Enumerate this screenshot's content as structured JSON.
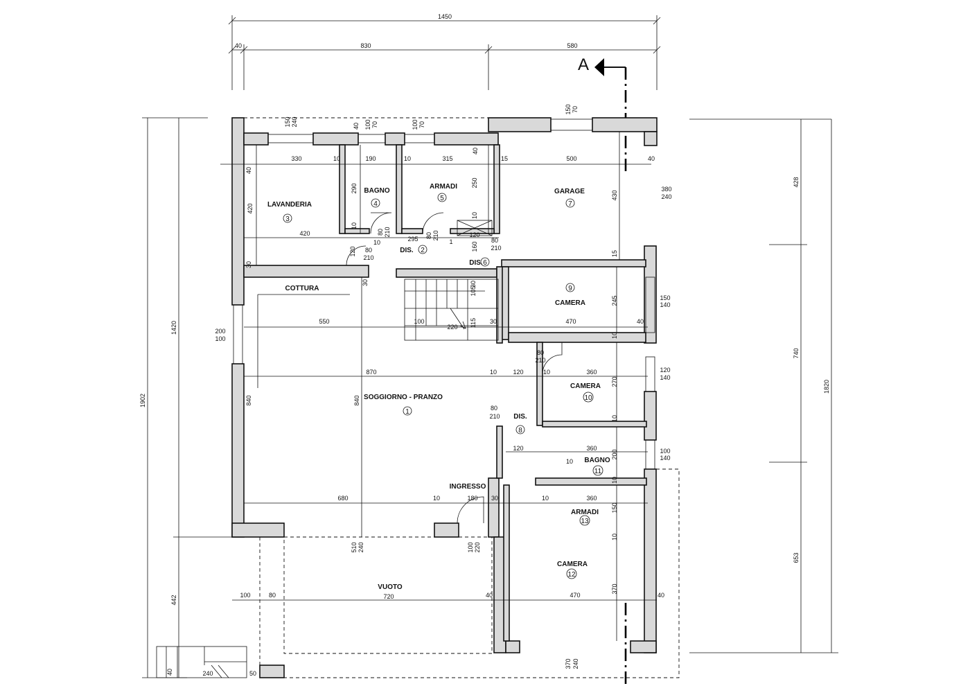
{
  "section_marker": "A",
  "rooms": {
    "lavanderia": {
      "name": "LAVANDERIA",
      "num": "3"
    },
    "bagno4": {
      "name": "BAGNO",
      "num": "4"
    },
    "armadi5": {
      "name": "ARMADI",
      "num": "5"
    },
    "garage": {
      "name": "GARAGE",
      "num": "7"
    },
    "dis2": {
      "name": "DIS.",
      "num": "2"
    },
    "dis6": {
      "name": "DIS.",
      "num": "6"
    },
    "cottura": {
      "name": "COTTURA"
    },
    "camera9": {
      "name": "CAMERA",
      "num": "9"
    },
    "camera10": {
      "name": "CAMERA",
      "num": "10"
    },
    "soggiorno": {
      "name": "SOGGIORNO - PRANZO",
      "num": "1"
    },
    "dis8": {
      "name": "DIS.",
      "num": "8"
    },
    "bagno11": {
      "name": "BAGNO",
      "num": "11"
    },
    "ingresso": {
      "name": "INGRESSO"
    },
    "armadi13": {
      "name": "ARMADI",
      "num": "13"
    },
    "camera12": {
      "name": "CAMERA",
      "num": "12"
    },
    "vuoto": {
      "name": "VUOTO"
    }
  },
  "dimensions": {
    "top_total": "1450",
    "top_left_margin": "40",
    "top_mid": "830",
    "top_right": "580",
    "left_total": "1902",
    "left_upper": "1420",
    "left_lower": "442",
    "right_top": "428",
    "right_mid": "740",
    "right_total": "1820",
    "right_bottom": "653",
    "bottom_left_a": "100",
    "bottom_left_b": "80",
    "vuoto_width": "720",
    "bottom_40a": "40",
    "camera12_width": "470",
    "bottom_40b": "40",
    "bottom_50": "50",
    "bottom_240": "240",
    "bottom_40c": "40",
    "lav_width": "330",
    "lav_10": "10",
    "lav_40": "40",
    "lav_420v": "420",
    "lav_420h": "420",
    "lav_30": "30",
    "bagno_width": "190",
    "bagno_10": "10",
    "bagno_290": "290",
    "bagno_10b": "10",
    "armadi_10": "10",
    "armadi_width": "315",
    "armadi_40": "40",
    "armadi_250": "250",
    "armadi_10b": "10",
    "garage_15": "15",
    "garage_width": "500",
    "garage_40": "40",
    "garage_430": "430",
    "garage_15b": "15",
    "dis2_295": "295",
    "dis2_10": "10",
    "dis2_1": "1",
    "dis6_120": "120",
    "dis6_160": "160",
    "dis6_30": "30",
    "cottura_550": "550",
    "stair_100": "100",
    "stair_220": "220",
    "stair_105": "105",
    "stair_115": "115",
    "stair_30": "30",
    "camera9_width": "470",
    "camera9_40": "40",
    "camera9_245": "245",
    "camera9_10": "10",
    "sogg_870": "870",
    "sogg_10": "10",
    "sogg_840v": "840",
    "sogg_840l": "840",
    "dis8_120": "120",
    "camera10_10": "10",
    "camera10_width": "360",
    "camera10_270": "270",
    "camera10_10b": "10",
    "bagno11_120": "120",
    "bagno11_width": "360",
    "bagno11_10": "10",
    "bagno11_200": "200",
    "bagno11_10b": "10",
    "ingresso_680": "680",
    "ingresso_10": "10",
    "ingresso_180": "180",
    "ingresso_30": "30",
    "armadi13_10": "10",
    "armadi13_width": "360",
    "armadi13_150": "150",
    "armadi13_10b": "10",
    "camera12_370": "370"
  },
  "openings": {
    "win_lav_top": "150",
    "win_lav_bottom": "240",
    "win_bagno_a": "40",
    "win_bagno_b": "100",
    "win_bagno_c": "70",
    "win_armadi_a": "100",
    "win_armadi_b": "70",
    "win_garage_a": "150",
    "win_garage_b": "70",
    "garage_door_a": "380",
    "garage_door_b": "240",
    "door_bagno_a": "80",
    "door_bagno_b": "210",
    "door_armadi_a": "80",
    "door_armadi_b": "210",
    "door_dis6_a": "80",
    "door_dis6_b": "210",
    "door_lav_a": "120",
    "door_lav_b": "80",
    "door_lav_c": "210",
    "win_camera9_a": "150",
    "win_camera9_b": "140",
    "win_sogg_a": "200",
    "win_sogg_b": "100",
    "door_camera10_a": "80",
    "door_camera10_b": "210",
    "win_camera10_a": "120",
    "win_camera10_b": "140",
    "door_dis8_a": "80",
    "door_dis8_b": "210",
    "win_bagno11_a": "100",
    "win_bagno11_b": "140",
    "win_sogg_bottom_a": "510",
    "win_sogg_bottom_b": "240",
    "door_ingresso_a": "100",
    "door_ingresso_b": "220",
    "win_camera12_a": "370",
    "win_camera12_b": "240"
  }
}
